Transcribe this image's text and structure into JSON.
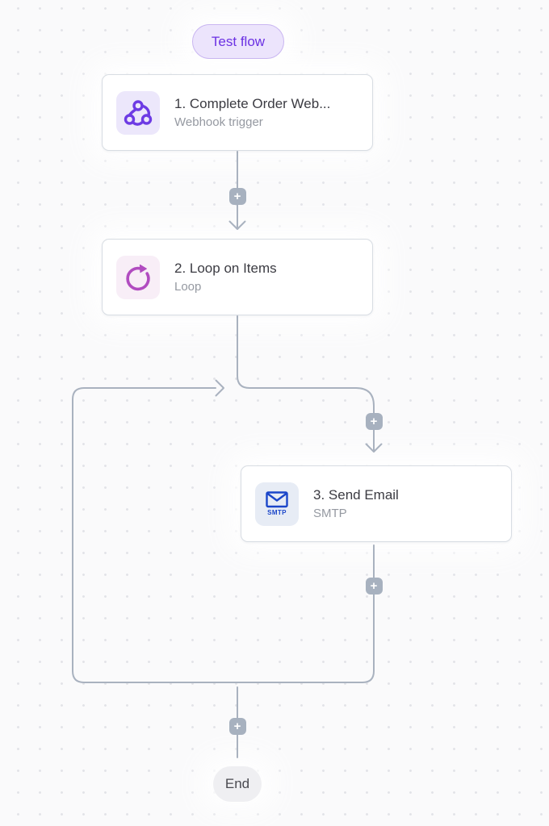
{
  "canvas": {
    "test_flow_button": {
      "label": "Test flow",
      "text_color": "#6b31e3",
      "bg_color": "#ece4fc",
      "border_color": "#c9b6f1"
    },
    "add_step": {
      "glyph": "+",
      "bg_color": "#a7b1bf"
    },
    "connector_color": "#a9b2bf",
    "background": {
      "bg_color": "#fafafb",
      "dot_color": "#e2e3e8"
    },
    "nodes": [
      {
        "step_title": "1. Complete Order Web...",
        "step_subtitle": "Webhook trigger",
        "icon": "webhook-icon",
        "icon_color": "#6d3be4",
        "icon_bg": "#ece7fb"
      },
      {
        "step_title": "2. Loop on Items",
        "step_subtitle": "Loop",
        "icon": "loop-icon",
        "icon_color": "#b14cc0",
        "icon_bg": "#f8eef7"
      },
      {
        "step_title": "3. Send Email",
        "step_subtitle": "SMTP",
        "icon": "smtp-icon",
        "icon_text": "SMTP",
        "icon_color": "#1b46c9",
        "icon_bg": "#e7ecf5"
      }
    ],
    "end_badge": {
      "label": "End",
      "bg_color": "#efeff2",
      "text_color": "#4a4a50"
    }
  }
}
